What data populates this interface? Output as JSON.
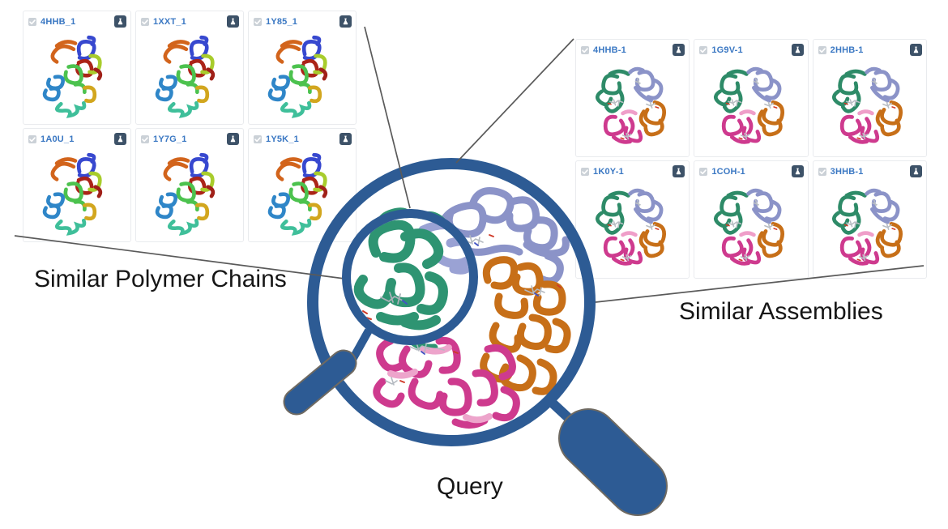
{
  "diagram": {
    "query_label": "Query",
    "left_group": {
      "label": "Similar Polymer Chains",
      "cards": [
        {
          "id": "4HHB_1"
        },
        {
          "id": "1XXT_1"
        },
        {
          "id": "1Y85_1"
        },
        {
          "id": "1A0U_1"
        },
        {
          "id": "1Y7G_1"
        },
        {
          "id": "1Y5K_1"
        }
      ]
    },
    "right_group": {
      "label": "Similar Assemblies",
      "cards": [
        {
          "id": "4HHB-1"
        },
        {
          "id": "1G9V-1"
        },
        {
          "id": "2HHB-1"
        },
        {
          "id": "1K0Y-1"
        },
        {
          "id": "1COH-1"
        },
        {
          "id": "3HHB-1"
        }
      ]
    },
    "icons": {
      "checkbox": "checked-checkbox",
      "flask": "flask-badge"
    },
    "colors": {
      "magnifier_blue": "#2d5b94",
      "link_blue": "#3b78c3",
      "flask_badge_bg": "#3d5268",
      "checkbox_gray": "#cbd1d7",
      "chain_green": "#2e9472",
      "chain_purple": "#8b93c8",
      "chain_orange": "#c76f18",
      "chain_magenta": "#ce3a8e",
      "connector_line": "#5a5a5a"
    }
  }
}
